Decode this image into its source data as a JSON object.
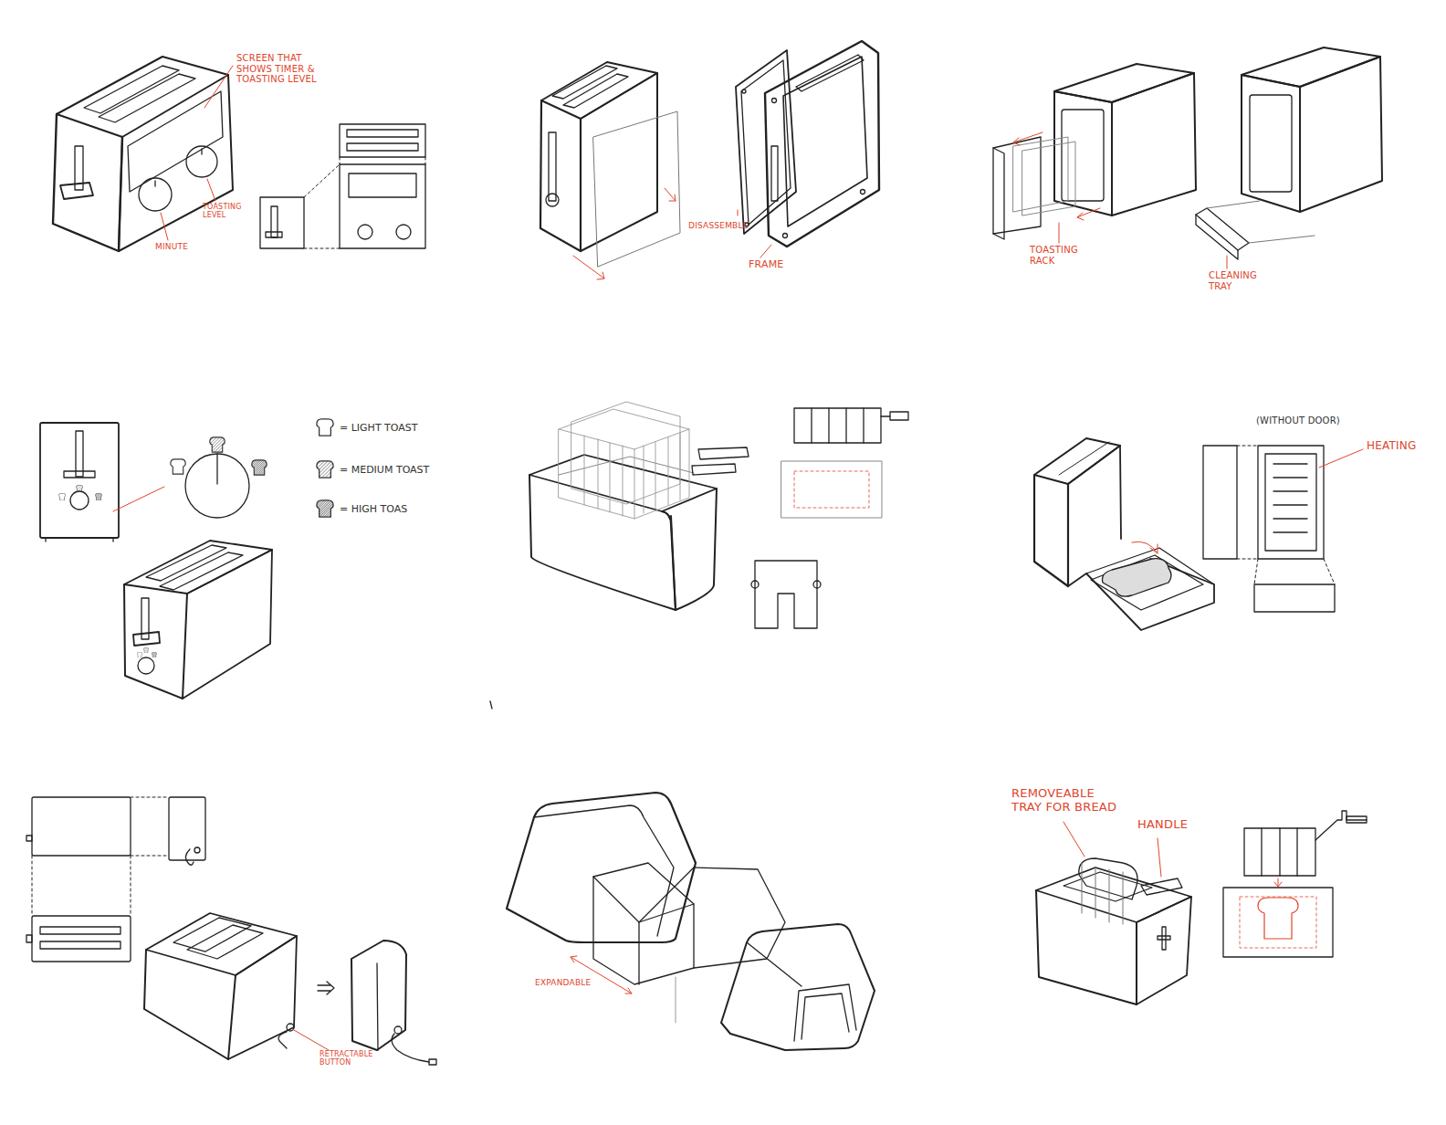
{
  "diagram": {
    "labels": [
      "SCREEN THAT SHOWS TIMER & TOASTING LEVEL",
      "MINUTE",
      "TOASTING LEVEL",
      "DISASSEMBLE",
      "FRAME",
      "TOASTING RACK",
      "CLEANING TRAY",
      "(WITHOUT DOOR)",
      "HEATING",
      "RETRACTABLE BUTTON",
      "EXPANDABLE",
      "REMOVEABLE TRAY FOR BREAD",
      "HANDLE"
    ],
    "legend": [
      {
        "text": "= LIGHT TOAST"
      },
      {
        "text": "= MEDIUM TOAST"
      },
      {
        "text": "= HIGH TOAS"
      }
    ]
  }
}
